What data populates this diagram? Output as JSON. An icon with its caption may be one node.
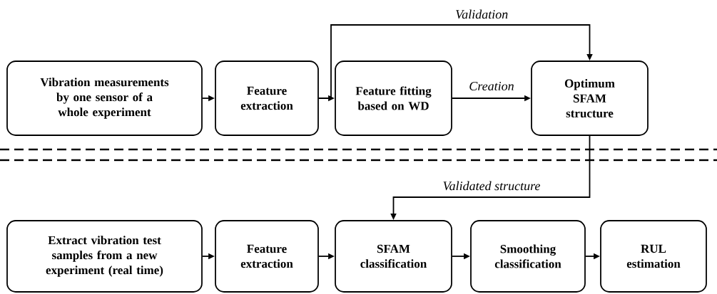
{
  "diagram": {
    "nodes": [
      {
        "text": [
          "Vibration measurements by one sensor of a whole experiment"
        ]
      },
      {
        "text": [
          "Feature extraction"
        ]
      },
      {
        "text": [
          "Feature fitting based on WD"
        ]
      },
      {
        "text": [
          "Optimum SFAM structure"
        ]
      },
      {
        "text": [
          "Extract vibration test samples from a new experiment (real time)"
        ]
      },
      {
        "text": [
          "Feature extraction"
        ]
      },
      {
        "text": [
          "SFAM classification"
        ]
      },
      {
        "text": [
          "Smoothing classification"
        ]
      },
      {
        "text": [
          "RUL estimation"
        ]
      }
    ],
    "edges": [
      {
        "from": 0,
        "to": 1,
        "arrow": "to"
      },
      {
        "from": 1,
        "to": 2,
        "arrow": "to"
      },
      {
        "from": 1,
        "to": 3,
        "arrow": "to",
        "label": "Validation"
      },
      {
        "from": 2,
        "to": 3,
        "arrow": "to",
        "label": "Creation"
      },
      {
        "from": 3,
        "to": 6,
        "arrow": "to",
        "label": "Validated structure"
      },
      {
        "from": 4,
        "to": 5,
        "arrow": "to"
      },
      {
        "from": 5,
        "to": 6,
        "arrow": "to"
      },
      {
        "from": 6,
        "to": 7,
        "arrow": "to"
      },
      {
        "from": 7,
        "to": 8,
        "arrow": "to"
      }
    ]
  }
}
